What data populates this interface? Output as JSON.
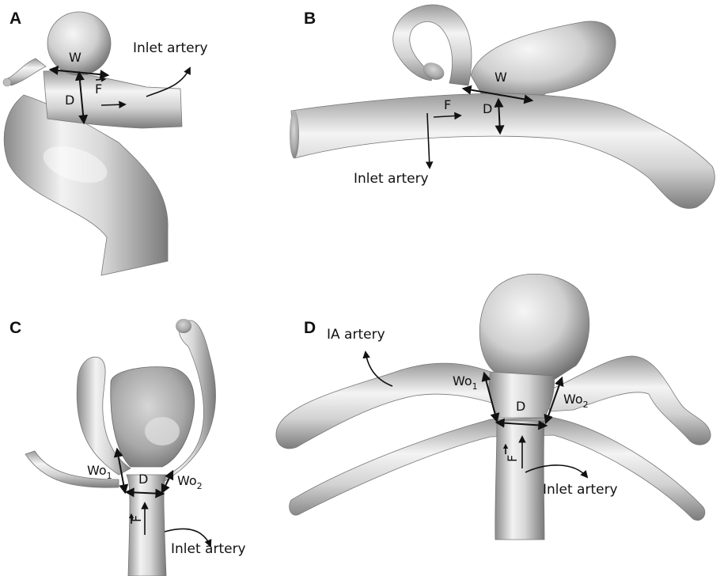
{
  "panels": {
    "a": {
      "letter": "A",
      "labels": {
        "width": "W",
        "depth": "D",
        "flow": "F",
        "inlet": "Inlet artery"
      }
    },
    "b": {
      "letter": "B",
      "labels": {
        "width": "W",
        "depth": "D",
        "flow": "F",
        "inlet": "Inlet artery"
      }
    },
    "c": {
      "letter": "C",
      "labels": {
        "wo1": "Wo",
        "wo1_sub": "1",
        "depth": "D",
        "wo2": "Wo",
        "wo2_sub": "2",
        "flow": "F",
        "inlet": "Inlet artery"
      }
    },
    "d": {
      "letter": "D",
      "labels": {
        "ia": "IA artery",
        "wo1": "Wo",
        "wo1_sub": "1",
        "depth": "D",
        "wo2": "Wo",
        "wo2_sub": "2",
        "flow": "F",
        "inlet": "Inlet artery"
      }
    }
  },
  "colors": {
    "vessel_light": "#f4f4f4",
    "vessel_mid": "#c9c9c9",
    "vessel_dark": "#7a7a7a",
    "annotation": "#111111"
  }
}
